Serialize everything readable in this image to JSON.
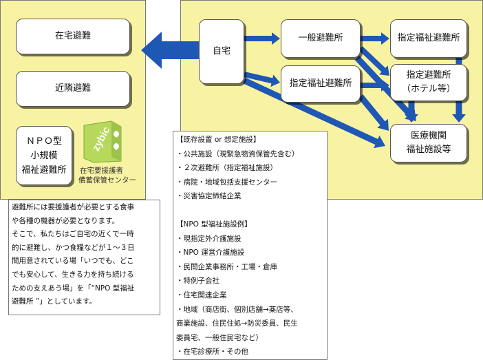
{
  "colors": {
    "panel": "#f8f3a3",
    "arrow": "#1f57b5",
    "logo_green": "#b6d95c"
  },
  "left_panel": {
    "boxes": {
      "home": "在宅避難",
      "nearby": "近隣避難",
      "npo_line1": "ＮＰＯ型",
      "npo_line2": "小規模",
      "npo_line3": "福祉避難所"
    },
    "logo_text": "zybic",
    "logo_caption_line1": "在宅要援護者",
    "logo_caption_line2": "備蓄保管センター"
  },
  "flow": {
    "home": "自宅",
    "general_shelter": "一般避難所",
    "welfare_shelter": "指定福祉避難所",
    "welfare_shelter_2": "指定福祉避難所",
    "hotel_line1": "指定避難所",
    "hotel_line2": "（ホテル等）",
    "medical_line1": "医療機関",
    "medical_line2": "福祉施設等"
  },
  "facilities_note": {
    "lines": [
      "【既存設置 or 想定施設】",
      "・公共施設（現緊急物資保管先含む）",
      "・２次避難所（指定福祉施設）",
      "・病院・地域包括支援センター",
      "・災害協定締結企業",
      "",
      "【NPO 型福祉施設例】",
      "・現指定外介護施設",
      "・NPO 運営介護施設",
      "・民間企業事務所・工場・倉庫",
      "・特例子会社",
      "・住宅関連企業",
      "・地域（商店街、個別店舗→薬店等、",
      "商業施設、住民住処→防災委員、民生",
      "委員宅、一般住民宅など）",
      "・在宅診療所・その他"
    ]
  },
  "explanation_note": {
    "lines": [
      "避難所には要援護者が必要とする食事",
      "や各種の機器が必要となります。",
      "そこで、私たちはご自宅の近くで一時",
      "的に避難し、かつ食糧などが１～３日",
      "間用意されている場「いつでも、どこ",
      "でも安心して、生きる力を持ち続ける",
      "ための支えあう場」を「“NPO 型福祉",
      "避難所 ”」としています。"
    ]
  }
}
